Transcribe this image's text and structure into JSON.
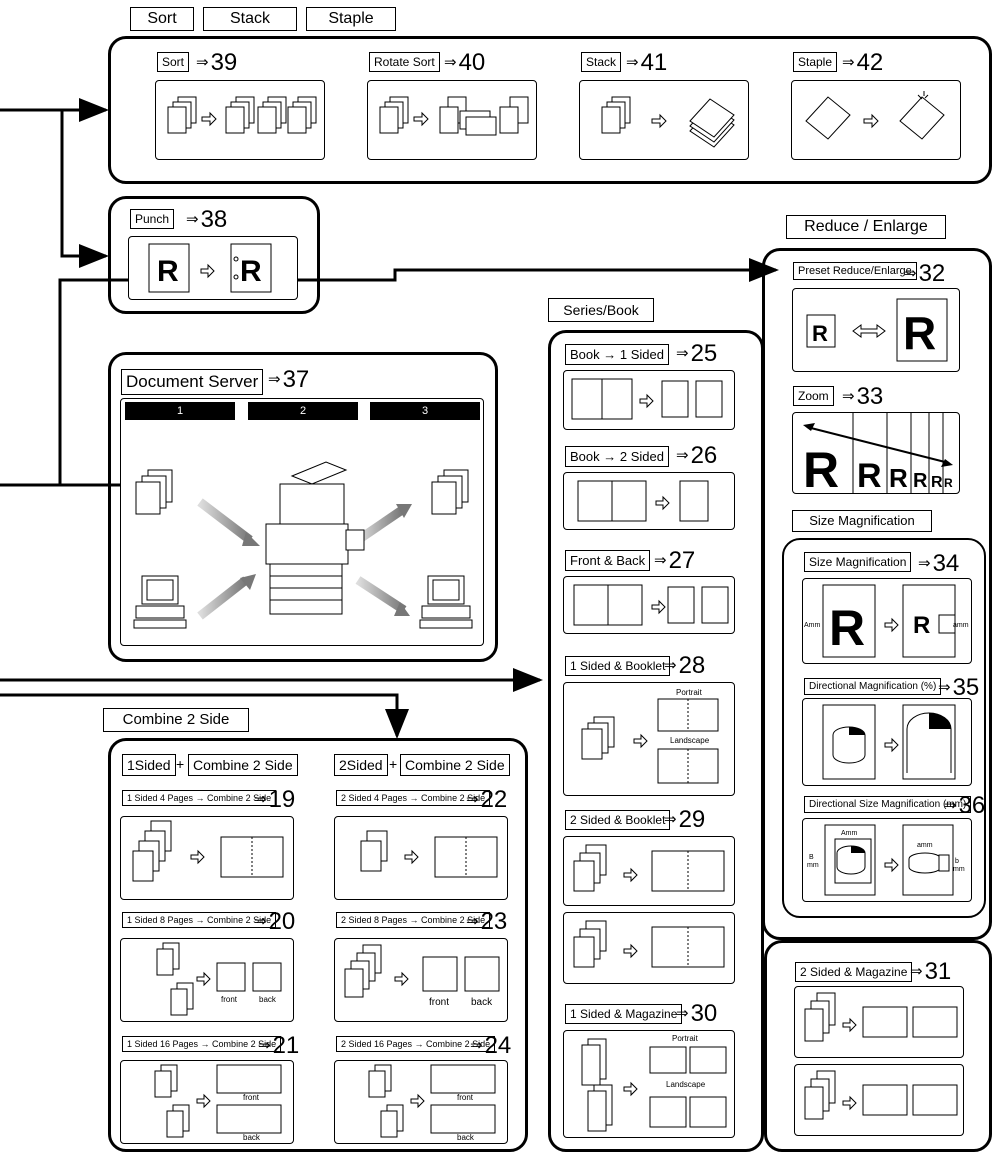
{
  "top_tabs": [
    "Sort",
    "Stack",
    "Staple"
  ],
  "sort_group": {
    "items": [
      {
        "label": "Sort",
        "ref": "39"
      },
      {
        "label": "Rotate Sort",
        "ref": "40"
      },
      {
        "label": "Stack",
        "ref": "41"
      },
      {
        "label": "Staple",
        "ref": "42"
      }
    ]
  },
  "punch": {
    "label": "Punch",
    "ref": "38"
  },
  "document_server": {
    "label": "Document Server",
    "ref": "37",
    "columns": [
      "1",
      "2",
      "3"
    ]
  },
  "reduce_enlarge": {
    "tab": "Reduce / Enlarge",
    "preset": {
      "label": "Preset Reduce/Enlarge",
      "ref": "32"
    },
    "zoom": {
      "label": "Zoom",
      "ref": "33"
    },
    "size_mag_tab": "Size Magnification",
    "size_mag": {
      "label": "Size Magnification",
      "ref": "34",
      "a_left": "Amm",
      "a_right": "amm"
    },
    "dir_mag": {
      "label": "Directional Magnification (%)",
      "ref": "35"
    },
    "dir_size_mag": {
      "label": "Directional Size Magnification (mm)",
      "ref": "36",
      "A": "Amm",
      "a": "amm",
      "B": "B\nmm",
      "b": "b\nmm"
    }
  },
  "series_book": {
    "tab": "Series/Book",
    "items": [
      {
        "label": "Book → 1 Sided",
        "ref": "25"
      },
      {
        "label": "Book → 2 Sided",
        "ref": "26"
      },
      {
        "label": "Front & Back",
        "ref": "27"
      },
      {
        "label": "1 Sided & Booklet",
        "ref": "28",
        "portrait": "Portrait",
        "landscape": "Landscape"
      },
      {
        "label": "2 Sided & Booklet",
        "ref": "29"
      },
      {
        "label": "1 Sided & Magazine",
        "ref": "30",
        "portrait": "Portrait",
        "landscape": "Landscape"
      }
    ]
  },
  "magazine2": {
    "label": "2 Sided & Magazine",
    "ref": "31"
  },
  "combine": {
    "tab": "Combine 2 Side",
    "left_header": [
      "1Sided",
      "+",
      "Combine 2 Side"
    ],
    "right_header": [
      "2Sided",
      "+",
      "Combine 2 Side"
    ],
    "items": [
      {
        "label": "1 Sided 4 Pages → Combine 2 Side",
        "ref": "19"
      },
      {
        "label": "2 Sided 4 Pages → Combine 2 Side",
        "ref": "22"
      },
      {
        "label": "1 Sided 8 Pages → Combine 2 Side",
        "ref": "20"
      },
      {
        "label": "2 Sided 8 Pages → Combine 2 Side",
        "ref": "23"
      },
      {
        "label": "1 Sided 16 Pages → Combine 2 Side",
        "ref": "21"
      },
      {
        "label": "2 Sided 16 Pages → Combine 2 Side",
        "ref": "24"
      }
    ],
    "front": "front",
    "back": "back"
  },
  "arrow_glyph": "⇒",
  "r_letter": "R"
}
